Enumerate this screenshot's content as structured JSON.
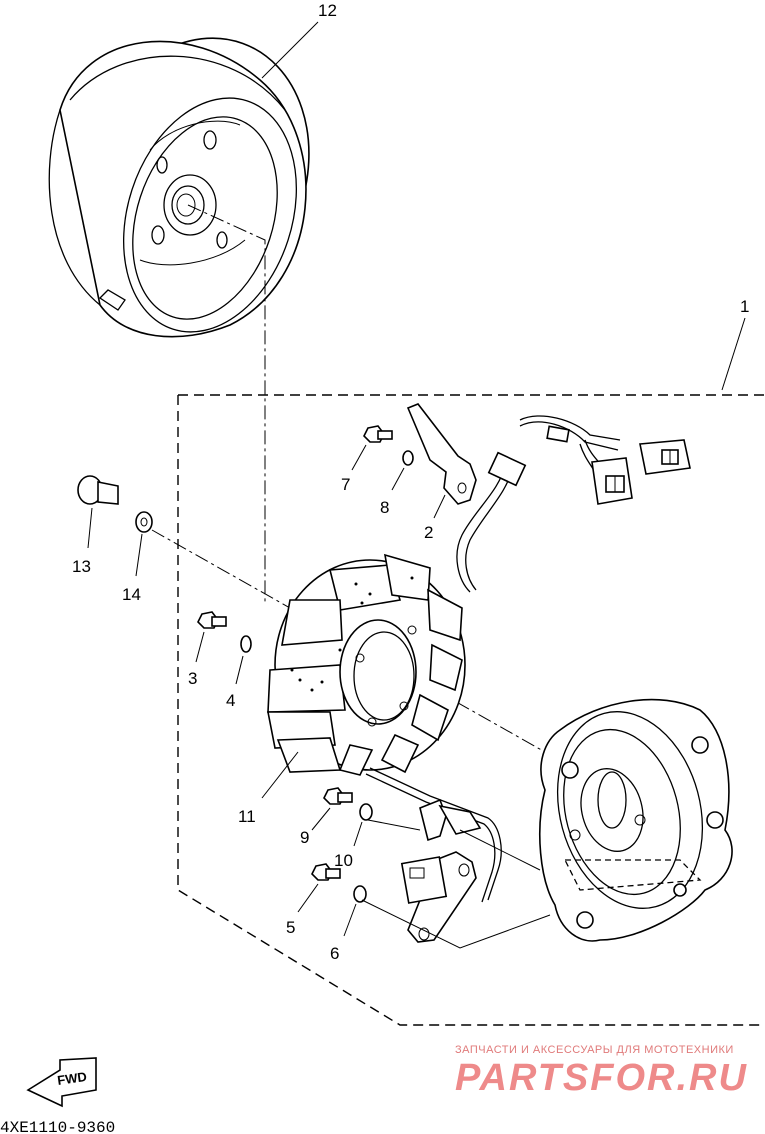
{
  "diagram": {
    "drawing_code": "4XE1110-9360",
    "fwd_label": "FWD",
    "callouts": {
      "c1": "1",
      "c2": "2",
      "c3": "3",
      "c4": "4",
      "c5": "5",
      "c6": "6",
      "c7": "7",
      "c8": "8",
      "c9": "9",
      "c10": "10",
      "c11": "11",
      "c12": "12",
      "c13": "13",
      "c14": "14"
    }
  },
  "watermark": {
    "tagline": "ЗАПЧАСТИ И АКСЕССУАРЫ ДЛЯ МОТОТЕХНИКИ",
    "brand": "PARTSFOR.RU"
  }
}
